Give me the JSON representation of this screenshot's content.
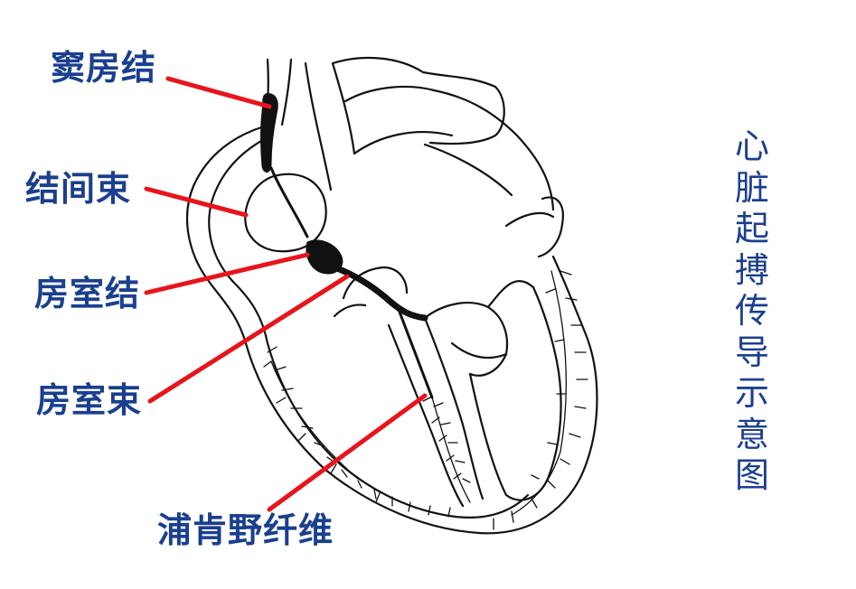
{
  "title": "心脏起搏传导示意图",
  "labels": {
    "sinoatrial_node": "窦房结",
    "internodal_tracts": "结间束",
    "atrioventricular_node": "房室结",
    "atrioventricular_bundle": "房室束",
    "purkinje_fibers": "浦肯野纤维"
  },
  "colors": {
    "label_text": "#1a3f8f",
    "title_text": "#1a3f8f",
    "pointer_line": "#e8141c",
    "drawing": "#111111"
  }
}
